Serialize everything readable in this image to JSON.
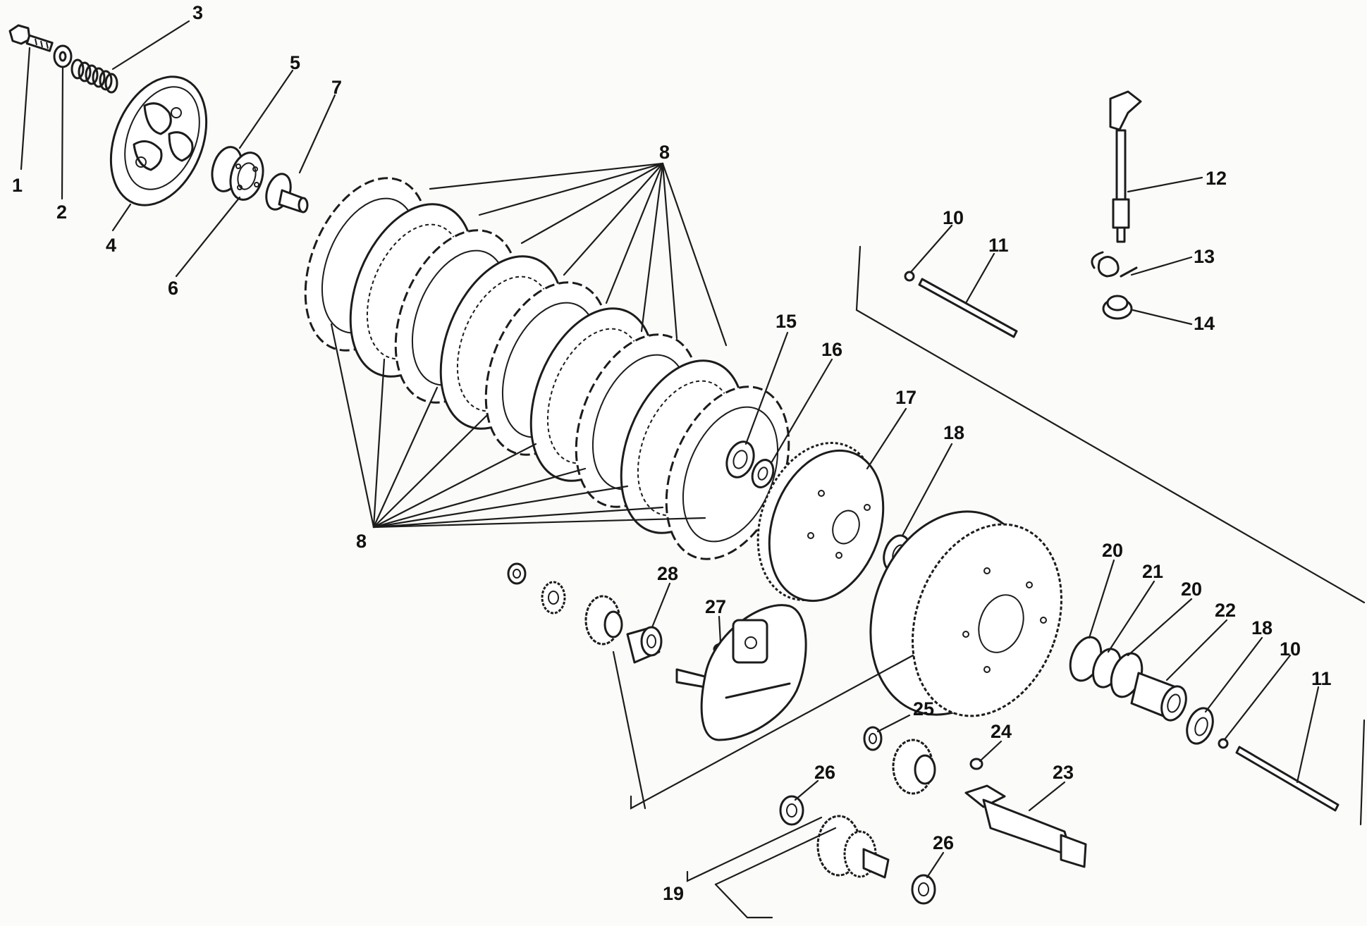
{
  "diagram": {
    "callouts": [
      {
        "id": "c1",
        "text": "1"
      },
      {
        "id": "c2",
        "text": "2"
      },
      {
        "id": "c3",
        "text": "3"
      },
      {
        "id": "c4",
        "text": "4"
      },
      {
        "id": "c5",
        "text": "5"
      },
      {
        "id": "c6",
        "text": "6"
      },
      {
        "id": "c7",
        "text": "7"
      },
      {
        "id": "c8a",
        "text": "8"
      },
      {
        "id": "c8b",
        "text": "8"
      },
      {
        "id": "c10a",
        "text": "10"
      },
      {
        "id": "c11a",
        "text": "11"
      },
      {
        "id": "c12",
        "text": "12"
      },
      {
        "id": "c13",
        "text": "13"
      },
      {
        "id": "c14",
        "text": "14"
      },
      {
        "id": "c15",
        "text": "15"
      },
      {
        "id": "c16",
        "text": "16"
      },
      {
        "id": "c17",
        "text": "17"
      },
      {
        "id": "c18a",
        "text": "18"
      },
      {
        "id": "c18b",
        "text": "18"
      },
      {
        "id": "c19",
        "text": "19"
      },
      {
        "id": "c20a",
        "text": "20"
      },
      {
        "id": "c20b",
        "text": "20"
      },
      {
        "id": "c21",
        "text": "21"
      },
      {
        "id": "c22",
        "text": "22"
      },
      {
        "id": "c23",
        "text": "23"
      },
      {
        "id": "c24",
        "text": "24"
      },
      {
        "id": "c25",
        "text": "25"
      },
      {
        "id": "c26a",
        "text": "26"
      },
      {
        "id": "c26b",
        "text": "26"
      },
      {
        "id": "c27",
        "text": "27"
      },
      {
        "id": "c28",
        "text": "28"
      },
      {
        "id": "c10b",
        "text": "10"
      },
      {
        "id": "c11b",
        "text": "11"
      }
    ]
  }
}
